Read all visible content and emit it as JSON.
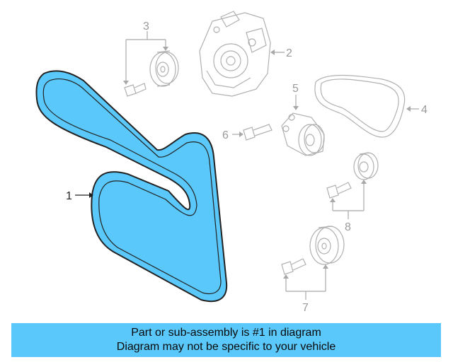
{
  "callouts": {
    "c1": "1",
    "c2": "2",
    "c3": "3",
    "c4": "4",
    "c5": "5",
    "c6": "6",
    "c7": "7",
    "c8": "8"
  },
  "banner": {
    "line1": "Part or sub-assembly is #1 in diagram",
    "line2": "Diagram may not be specific to your vehicle"
  },
  "colors": {
    "highlight": "#5ac8fa",
    "outline": "#222222",
    "faded": "#a8a8a8"
  }
}
